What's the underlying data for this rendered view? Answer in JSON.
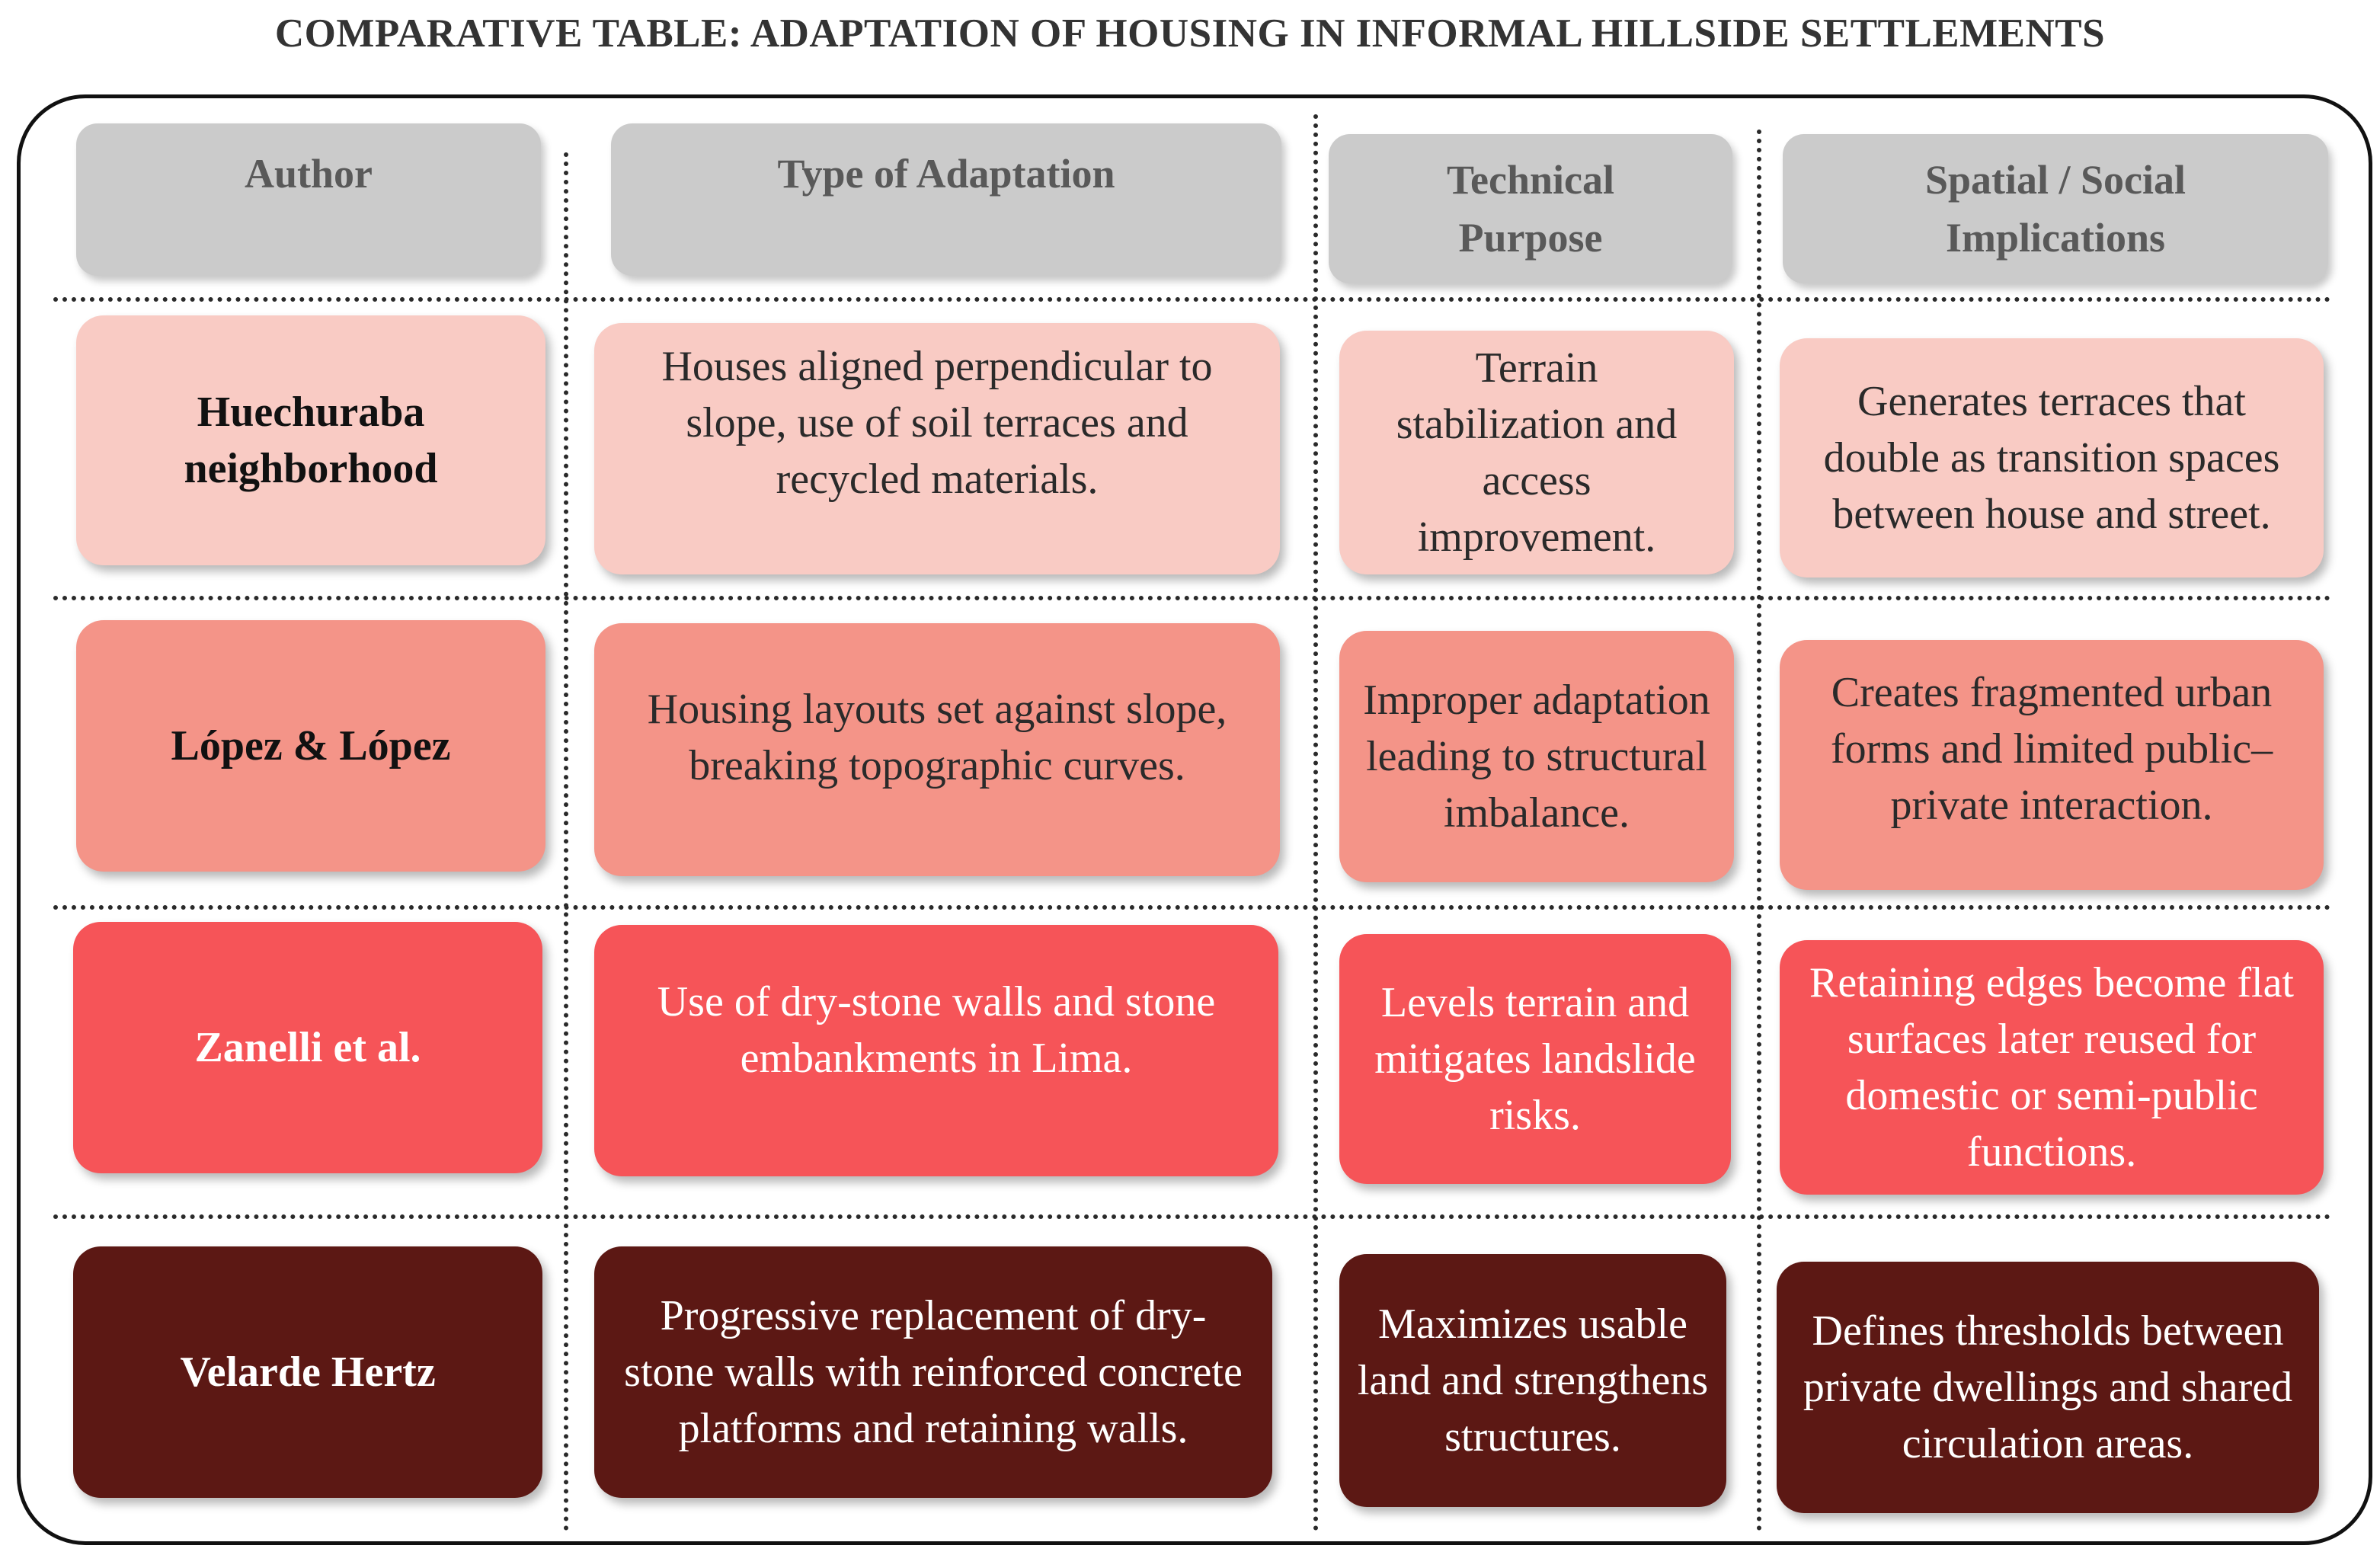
{
  "title": "COMPARATIVE TABLE: ADAPTATION OF HOUSING IN INFORMAL HILLSIDE SETTLEMENTS",
  "columns": [
    "Author",
    "Type of Adaptation",
    "Technical Purpose",
    "Spatial / Social Implications"
  ],
  "rows": [
    {
      "author": "Huechuraba neighborhood",
      "adaptation": "Houses aligned perpendicular to slope, use of soil terraces and recycled materials.",
      "purpose": "Terrain stabilization and access improvement.",
      "implications": "Generates terraces that double as transition spaces between house and street."
    },
    {
      "author": "López & López",
      "adaptation": "Housing layouts set against slope, breaking topographic curves.",
      "purpose": "Improper adaptation leading to structural imbalance.",
      "implications": "Creates fragmented urban forms and limited public–private interaction."
    },
    {
      "author": "Zanelli et al.",
      "adaptation": "Use of dry-stone walls and stone embankments in Lima.",
      "purpose": "Levels terrain and mitigates landslide risks.",
      "implications": "Retaining edges become flat surfaces later reused for domestic or semi-public functions."
    },
    {
      "author": "Velarde Hertz",
      "adaptation": "Progressive replacement of dry-stone walls with reinforced concrete platforms and retaining walls.",
      "purpose": "Maximizes usable land and strengthens structures.",
      "implications": "Defines thresholds between private dwellings and shared circulation areas."
    }
  ],
  "colors": {
    "header": "#cbcbcb",
    "row1": "#f9cbc4",
    "row2": "#f49488",
    "row3": "#f65458",
    "row4": "#5c1814"
  }
}
